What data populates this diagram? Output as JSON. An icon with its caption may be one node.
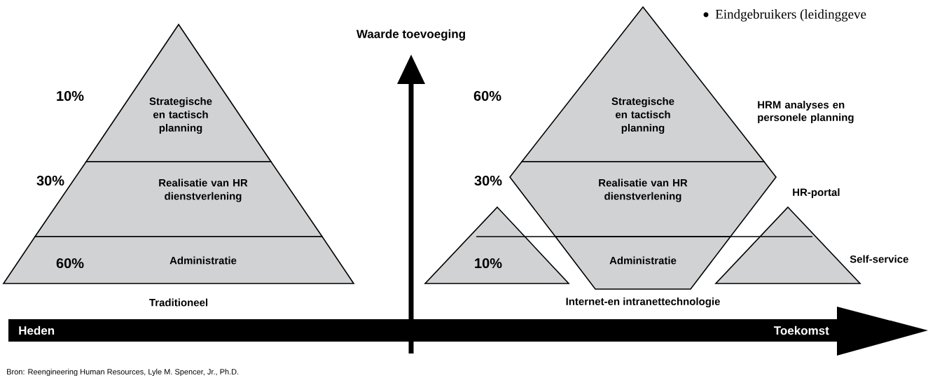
{
  "diagram": {
    "nodes": [
      {
        "text": [
          "Strategische en tactisch planning"
        ]
      },
      {
        "text": [
          "Realisatie van HR dienstverlening"
        ]
      },
      {
        "text": [
          "Administratie"
        ]
      },
      {
        "text": [
          "Strategische en tactisch planning"
        ]
      },
      {
        "text": [
          "Realisatie van HR dienstverlening"
        ]
      },
      {
        "text": [
          "Administratie"
        ]
      },
      {
        "text": [],
        "shape": "triangle"
      },
      {
        "text": [],
        "shape": "triangle"
      }
    ],
    "labels": [
      "Eindgebruikers (leidinggeve",
      "Waarde toevoeging",
      "10%",
      "60%",
      "HRM analyses en personele planning",
      "30%",
      "30%",
      "HR-portal",
      "60%",
      "10%",
      "Self-service",
      "Traditioneel",
      "Internet-en intranettechnologie",
      "Heden",
      "Toekomst",
      "Bron:  Reengineering Human Resources, Lyle M. Spencer, Jr., Ph.D."
    ]
  }
}
